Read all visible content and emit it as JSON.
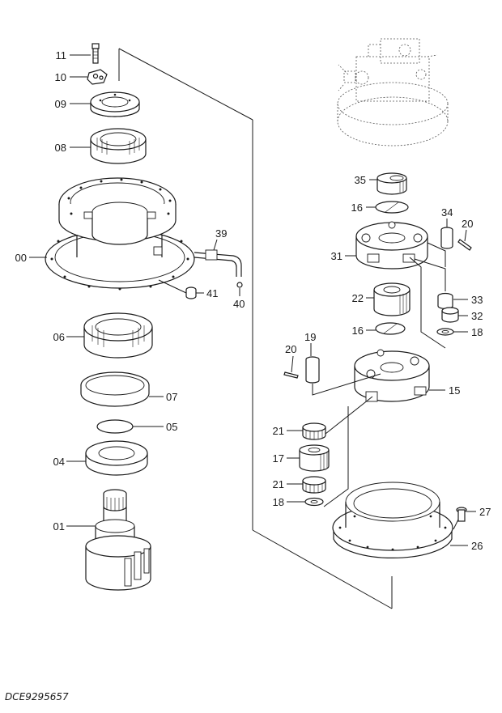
{
  "document_id": "DCE9295657",
  "parts": [
    {
      "id": "p11",
      "label": "11"
    },
    {
      "id": "p10",
      "label": "10"
    },
    {
      "id": "p09",
      "label": "09"
    },
    {
      "id": "p08",
      "label": "08"
    },
    {
      "id": "p00",
      "label": "00"
    },
    {
      "id": "p39",
      "label": "39"
    },
    {
      "id": "p41",
      "label": "41"
    },
    {
      "id": "p40",
      "label": "40"
    },
    {
      "id": "p06",
      "label": "06"
    },
    {
      "id": "p07",
      "label": "07"
    },
    {
      "id": "p05",
      "label": "05"
    },
    {
      "id": "p04",
      "label": "04"
    },
    {
      "id": "p01",
      "label": "01"
    },
    {
      "id": "p35",
      "label": "35"
    },
    {
      "id": "p16a",
      "label": "16"
    },
    {
      "id": "p34",
      "label": "34"
    },
    {
      "id": "p20a",
      "label": "20"
    },
    {
      "id": "p31",
      "label": "31"
    },
    {
      "id": "p22",
      "label": "22"
    },
    {
      "id": "p33",
      "label": "33"
    },
    {
      "id": "p32",
      "label": "32"
    },
    {
      "id": "p16b",
      "label": "16"
    },
    {
      "id": "p18a",
      "label": "18"
    },
    {
      "id": "p19",
      "label": "19"
    },
    {
      "id": "p20b",
      "label": "20"
    },
    {
      "id": "p15",
      "label": "15"
    },
    {
      "id": "p21a",
      "label": "21"
    },
    {
      "id": "p17",
      "label": "17"
    },
    {
      "id": "p21b",
      "label": "21"
    },
    {
      "id": "p18b",
      "label": "18"
    },
    {
      "id": "p27",
      "label": "27"
    },
    {
      "id": "p26",
      "label": "26"
    }
  ]
}
